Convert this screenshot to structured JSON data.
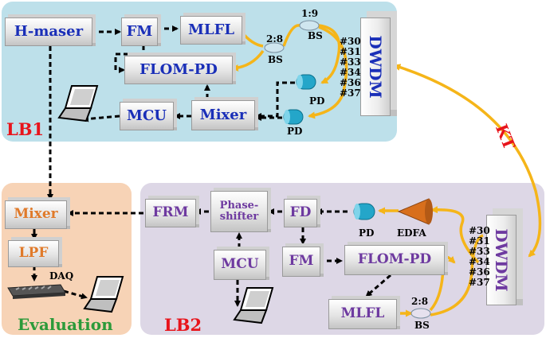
{
  "lb1": {
    "label": "LB1",
    "hmaser": "H-maser",
    "fm": "FM",
    "mlfl": "MLFL",
    "flompd": "FLOM-PD",
    "mcu": "MCU",
    "mixer": "Mixer",
    "dwdm": "DWDM",
    "bs_top_ratio": "1:9",
    "bs_top": "BS",
    "bs_mid_ratio": "2:8",
    "bs_mid": "BS",
    "pd1": "PD",
    "pd2": "PD",
    "ports": [
      "#30",
      "#31",
      "#33",
      "#34",
      "#36",
      "#37"
    ]
  },
  "link": {
    "label": "KT"
  },
  "evaluation": {
    "label": "Evaluation",
    "mixer": "Mixer",
    "lpf": "LPF",
    "daq": "DAQ"
  },
  "lb2": {
    "label": "LB2",
    "frm": "FRM",
    "phase_shifter": "Phase-shifter",
    "fd": "FD",
    "pd": "PD",
    "edfa": "EDFA",
    "mcu": "MCU",
    "fm": "FM",
    "flompd": "FLOM-PD",
    "mlfl": "MLFL",
    "bs_ratio": "2:8",
    "bs": "BS",
    "dwdm": "DWDM",
    "ports": [
      "#30",
      "#31",
      "#33",
      "#34",
      "#36",
      "#37"
    ]
  },
  "colors": {
    "lb1_bg": "#bde0ea",
    "lb2_bg": "#ddd7e6",
    "eval_bg": "#f7d3b6",
    "fiber": "#f5b519",
    "lb1_text": "#1a2fb8",
    "eval_text": "#e07a2a",
    "lb2_text": "#6e3aa0",
    "lb_label": "#e8141b",
    "evaluation_label": "#2c9a3a",
    "kt_label": "#e8141b"
  }
}
